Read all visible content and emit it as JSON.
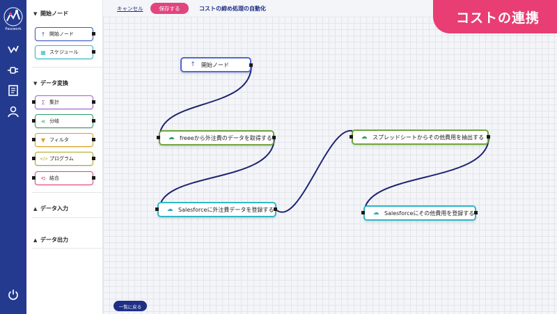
{
  "rail": {
    "logo_text": "Passwork",
    "icons": [
      "chart-icon",
      "plug-icon",
      "document-icon",
      "user-icon",
      "power-icon"
    ]
  },
  "palette": {
    "sections": [
      {
        "label": "開始ノード",
        "expanded": true,
        "items": [
          {
            "label": "開始ノード",
            "icon": "↑",
            "color": "#3b56c8"
          },
          {
            "label": "スケジュール",
            "icon": "▦",
            "color": "#2fb7c8"
          }
        ]
      },
      {
        "label": "データ変換",
        "expanded": true,
        "items": [
          {
            "label": "集計",
            "icon": "Σ",
            "color": "#a35bd6"
          },
          {
            "label": "分岐",
            "icon": "⋖",
            "color": "#2a9d6b"
          },
          {
            "label": "フィルタ",
            "icon": "▼",
            "color": "#d9a21a"
          },
          {
            "label": "プログラム",
            "icon": "</>",
            "color": "#a6a61a"
          },
          {
            "label": "結合",
            "icon": "⟲",
            "color": "#e0407a"
          }
        ]
      },
      {
        "label": "データ入力",
        "expanded": false,
        "items": []
      },
      {
        "label": "データ出力",
        "expanded": false,
        "items": []
      }
    ]
  },
  "topbar": {
    "cancel_label": "キャンセル",
    "save_label": "保存する",
    "flow_title": "コストの締め処理の自動化"
  },
  "banner": "コストの連携",
  "nodes": [
    {
      "id": "start",
      "label": "開始ノード",
      "icon": "↑",
      "icon_color": "#3b56c8",
      "border": "#5067d6"
    },
    {
      "id": "freee",
      "label": "freeeから外注費のデータを取得する",
      "icon": "☁",
      "icon_color": "#2a9d6b",
      "border": "#6ea53a"
    },
    {
      "id": "sf1",
      "label": "Salesforceに外注費データを登録する",
      "icon": "☁",
      "icon_color": "#2aa7c4",
      "border": "#2fb7c8"
    },
    {
      "id": "sheet",
      "label": "スプレッドシートからその他費用を抽出する",
      "icon": "☁",
      "icon_color": "#2a9d6b",
      "border": "#6ea53a"
    },
    {
      "id": "sf2",
      "label": "Salesforceにその他費用を登録する",
      "icon": "☁",
      "icon_color": "#2aa7c4",
      "border": "#2fb7c8"
    }
  ],
  "back_label": "一覧に戻る",
  "colors": {
    "rail": "#243a8f",
    "accent": "#e2457c",
    "wire": "#1d2470"
  }
}
